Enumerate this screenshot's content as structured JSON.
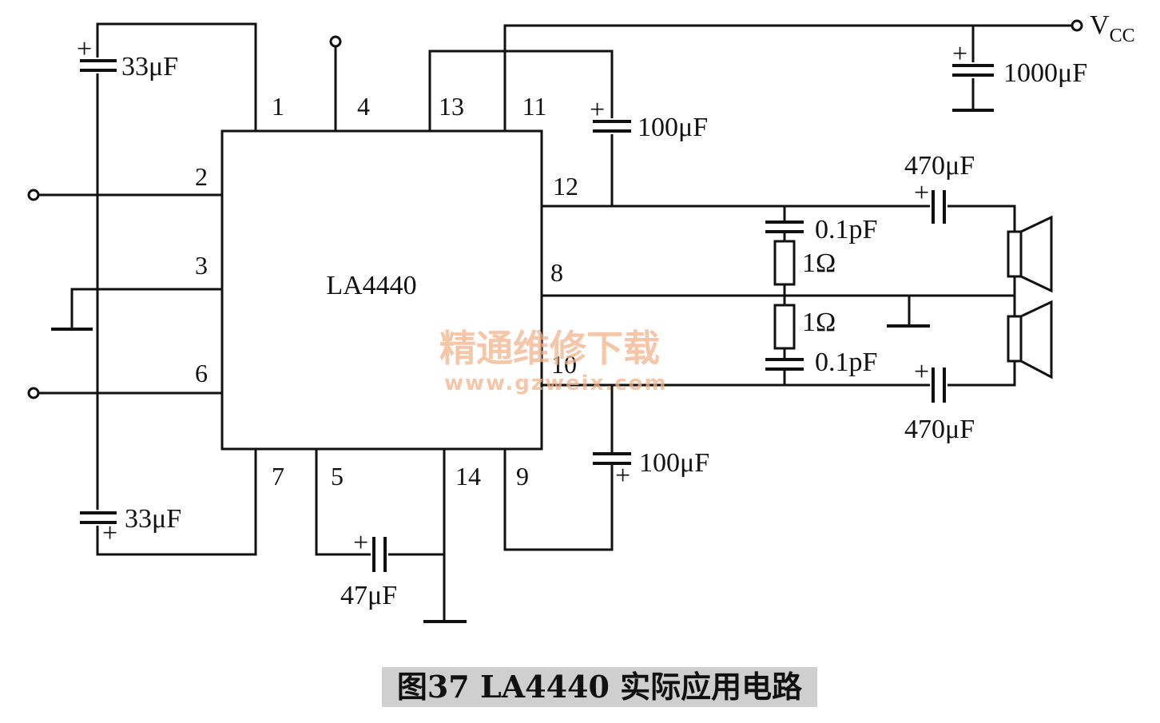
{
  "caption": "图37 LA4440 实际应用电路",
  "chip": {
    "name": "LA4440"
  },
  "pins": {
    "p1": "1",
    "p4": "4",
    "p13": "13",
    "p11": "11",
    "p12": "12",
    "p2": "2",
    "p3": "3",
    "p8": "8",
    "p6": "6",
    "p10": "10",
    "p7": "7",
    "p5": "5",
    "p14": "14",
    "p9": "9"
  },
  "supply": {
    "label": "V",
    "subscript": "CC"
  },
  "components": {
    "c_top_left": "33μF",
    "c_bottom_left": "33μF",
    "c_supply": "1000μF",
    "c_boot_top": "100μF",
    "c_boot_bottom": "100μF",
    "c_out_top": "470μF",
    "c_out_bottom": "470μF",
    "c_zobel_top": "0.1pF",
    "c_zobel_bottom": "0.1pF",
    "r_zobel_top": "1Ω",
    "r_zobel_bottom": "1Ω",
    "c_pin5": "47μF"
  },
  "polarity": "+",
  "watermark": {
    "text": "精通维修下载",
    "url": "www.gzweix.com"
  }
}
